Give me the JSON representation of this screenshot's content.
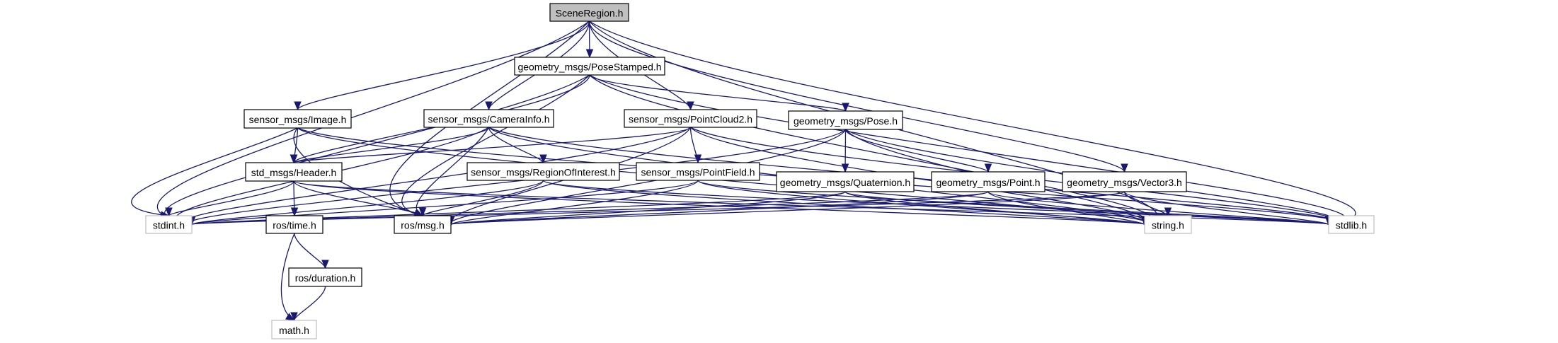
{
  "diagram": {
    "title": "SceneRegion.h include dependency graph",
    "edge_color": "#191970",
    "root_fill": "#bfbfbf",
    "system_header_border": "#bfbfbf",
    "nodes": [
      {
        "id": "SceneRegion",
        "label": "SceneRegion.h",
        "kind": "root"
      },
      {
        "id": "PoseStamped",
        "label": "geometry_msgs/PoseStamped.h",
        "kind": "doc"
      },
      {
        "id": "Image",
        "label": "sensor_msgs/Image.h",
        "kind": "doc"
      },
      {
        "id": "CameraInfo",
        "label": "sensor_msgs/CameraInfo.h",
        "kind": "doc"
      },
      {
        "id": "PointCloud2",
        "label": "sensor_msgs/PointCloud2.h",
        "kind": "doc"
      },
      {
        "id": "Pose",
        "label": "geometry_msgs/Pose.h",
        "kind": "doc"
      },
      {
        "id": "Header",
        "label": "std_msgs/Header.h",
        "kind": "doc"
      },
      {
        "id": "RegionOfInterest",
        "label": "sensor_msgs/RegionOfInterest.h",
        "kind": "doc"
      },
      {
        "id": "PointField",
        "label": "sensor_msgs/PointField.h",
        "kind": "doc"
      },
      {
        "id": "Quaternion",
        "label": "geometry_msgs/Quaternion.h",
        "kind": "doc"
      },
      {
        "id": "Point",
        "label": "geometry_msgs/Point.h",
        "kind": "doc"
      },
      {
        "id": "Vector3",
        "label": "geometry_msgs/Vector3.h",
        "kind": "doc"
      },
      {
        "id": "stdint",
        "label": "stdint.h",
        "kind": "sys"
      },
      {
        "id": "time",
        "label": "ros/time.h",
        "kind": "doc"
      },
      {
        "id": "msg",
        "label": "ros/msg.h",
        "kind": "doc"
      },
      {
        "id": "string",
        "label": "string.h",
        "kind": "sys"
      },
      {
        "id": "stdlib",
        "label": "stdlib.h",
        "kind": "sys"
      },
      {
        "id": "duration",
        "label": "ros/duration.h",
        "kind": "doc"
      },
      {
        "id": "math",
        "label": "math.h",
        "kind": "sys"
      }
    ],
    "edges": [
      [
        "SceneRegion",
        "PoseStamped"
      ],
      [
        "SceneRegion",
        "Image"
      ],
      [
        "SceneRegion",
        "CameraInfo"
      ],
      [
        "SceneRegion",
        "PointCloud2"
      ],
      [
        "SceneRegion",
        "Vector3"
      ],
      [
        "SceneRegion",
        "stdint"
      ],
      [
        "SceneRegion",
        "msg"
      ],
      [
        "SceneRegion",
        "string"
      ],
      [
        "SceneRegion",
        "stdlib"
      ],
      [
        "PoseStamped",
        "Header"
      ],
      [
        "PoseStamped",
        "Pose"
      ],
      [
        "PoseStamped",
        "stdint"
      ],
      [
        "PoseStamped",
        "msg"
      ],
      [
        "PoseStamped",
        "string"
      ],
      [
        "PoseStamped",
        "stdlib"
      ],
      [
        "Image",
        "Header"
      ],
      [
        "Image",
        "stdint"
      ],
      [
        "Image",
        "msg"
      ],
      [
        "Image",
        "string"
      ],
      [
        "Image",
        "stdlib"
      ],
      [
        "CameraInfo",
        "Header"
      ],
      [
        "CameraInfo",
        "RegionOfInterest"
      ],
      [
        "CameraInfo",
        "stdint"
      ],
      [
        "CameraInfo",
        "msg"
      ],
      [
        "CameraInfo",
        "string"
      ],
      [
        "CameraInfo",
        "stdlib"
      ],
      [
        "PointCloud2",
        "Header"
      ],
      [
        "PointCloud2",
        "PointField"
      ],
      [
        "PointCloud2",
        "stdint"
      ],
      [
        "PointCloud2",
        "msg"
      ],
      [
        "PointCloud2",
        "string"
      ],
      [
        "PointCloud2",
        "stdlib"
      ],
      [
        "Pose",
        "Quaternion"
      ],
      [
        "Pose",
        "Point"
      ],
      [
        "Pose",
        "stdint"
      ],
      [
        "Pose",
        "msg"
      ],
      [
        "Pose",
        "string"
      ],
      [
        "Pose",
        "stdlib"
      ],
      [
        "Header",
        "time"
      ],
      [
        "Header",
        "stdint"
      ],
      [
        "Header",
        "msg"
      ],
      [
        "Header",
        "string"
      ],
      [
        "Header",
        "stdlib"
      ],
      [
        "RegionOfInterest",
        "stdint"
      ],
      [
        "RegionOfInterest",
        "msg"
      ],
      [
        "RegionOfInterest",
        "string"
      ],
      [
        "RegionOfInterest",
        "stdlib"
      ],
      [
        "PointField",
        "stdint"
      ],
      [
        "PointField",
        "msg"
      ],
      [
        "PointField",
        "string"
      ],
      [
        "PointField",
        "stdlib"
      ],
      [
        "Quaternion",
        "stdint"
      ],
      [
        "Quaternion",
        "msg"
      ],
      [
        "Quaternion",
        "string"
      ],
      [
        "Quaternion",
        "stdlib"
      ],
      [
        "Point",
        "stdint"
      ],
      [
        "Point",
        "msg"
      ],
      [
        "Point",
        "string"
      ],
      [
        "Point",
        "stdlib"
      ],
      [
        "Vector3",
        "stdint"
      ],
      [
        "Vector3",
        "msg"
      ],
      [
        "Vector3",
        "string"
      ],
      [
        "Vector3",
        "stdlib"
      ],
      [
        "time",
        "duration"
      ],
      [
        "time",
        "math"
      ],
      [
        "duration",
        "math"
      ]
    ]
  }
}
